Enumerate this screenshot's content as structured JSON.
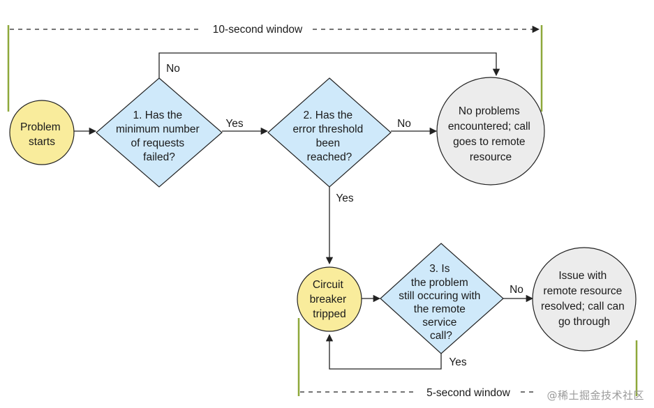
{
  "colors": {
    "start_fill": "#f9ec9c",
    "decision_fill": "#cfe9fa",
    "end_fill": "#ececec",
    "stroke": "#222222",
    "window_bar": "#8ea83a"
  },
  "windows": {
    "top_label": "10-second window",
    "bottom_label": "5-second window"
  },
  "nodes": {
    "problem_starts": [
      "Problem",
      "starts"
    ],
    "decision_1": [
      "1. Has the",
      "minimum number",
      "of requests",
      "failed?"
    ],
    "decision_2": [
      "2. Has the",
      "error threshold",
      "been",
      "reached?"
    ],
    "no_problems": [
      "No problems",
      "encountered; call",
      "goes to remote",
      "resource"
    ],
    "circuit_tripped": [
      "Circuit",
      "breaker",
      "tripped"
    ],
    "decision_3": [
      "3. Is",
      "the problem",
      "still occuring with",
      "the remote",
      "service",
      "call?"
    ],
    "issue_resolved": [
      "Issue with",
      "remote resource",
      "resolved; call can",
      "go through"
    ]
  },
  "edges": {
    "d1_yes": "Yes",
    "d1_no": "No",
    "d2_no": "No",
    "d2_yes": "Yes",
    "d3_no": "No",
    "d3_yes": "Yes"
  },
  "watermark": "@稀土掘金技术社区"
}
